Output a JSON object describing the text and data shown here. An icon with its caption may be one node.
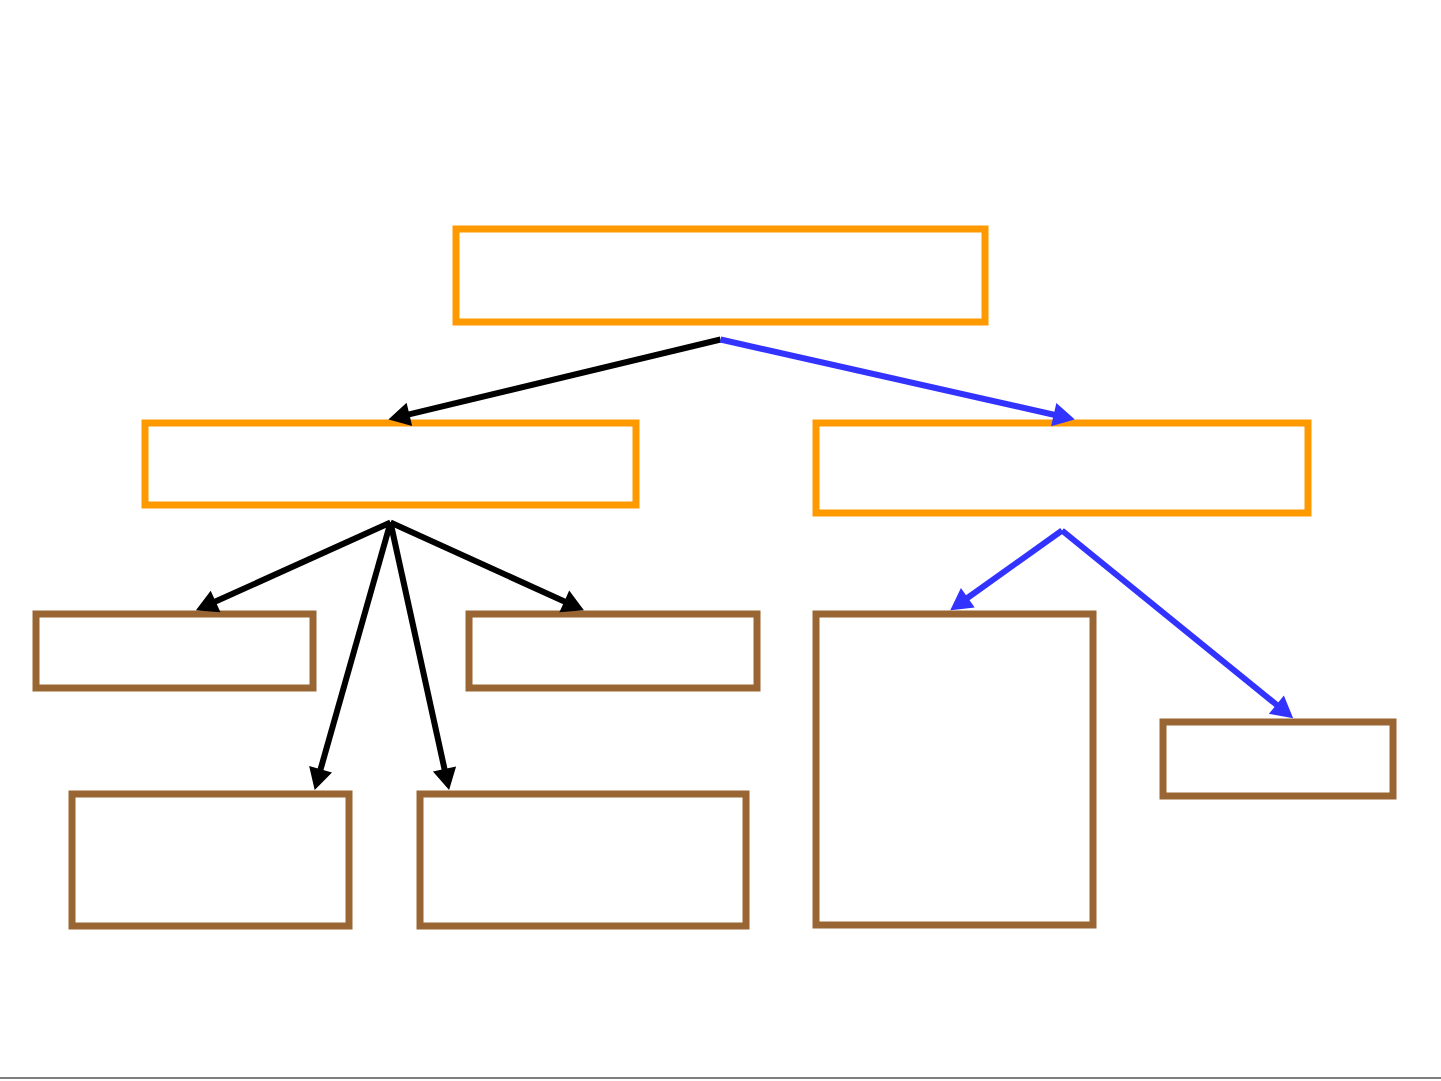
{
  "diagram": {
    "nodes": [
      {
        "text": [],
        "shape": "box"
      },
      {
        "text": [],
        "shape": "box"
      },
      {
        "text": [],
        "shape": "box"
      },
      {
        "text": [],
        "shape": "box"
      },
      {
        "text": [],
        "shape": "box"
      },
      {
        "text": [],
        "shape": "box"
      },
      {
        "text": [],
        "shape": "box"
      },
      {
        "text": [],
        "shape": "box"
      },
      {
        "text": [],
        "shape": "box"
      }
    ],
    "edges": [
      {
        "from": 0,
        "to": 1,
        "arrow": "to"
      },
      {
        "from": 0,
        "to": 2,
        "arrow": "to",
        "color": "#3333ff"
      },
      {
        "from": 1,
        "to": 3,
        "arrow": "to"
      },
      {
        "from": 1,
        "to": 7,
        "arrow": "to"
      },
      {
        "from": 1,
        "to": 8,
        "arrow": "to"
      },
      {
        "from": 1,
        "to": 4,
        "arrow": "to"
      },
      {
        "from": 2,
        "to": 5,
        "arrow": "to",
        "color": "#3333ff"
      },
      {
        "from": 2,
        "to": 6,
        "arrow": "to",
        "color": "#3333ff"
      }
    ]
  }
}
